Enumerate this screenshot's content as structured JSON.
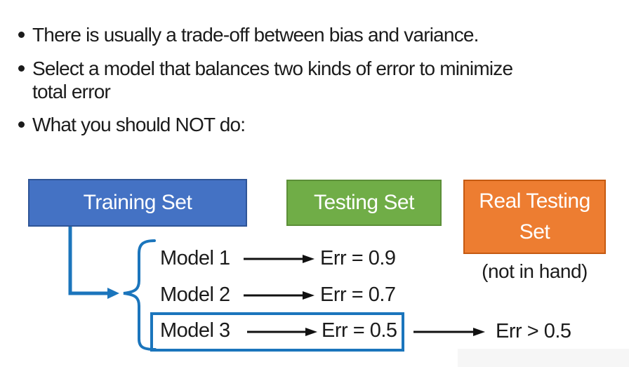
{
  "slide": {
    "bullets": [
      {
        "lines": [
          "There is usually a trade-off between bias and variance.",
          ""
        ]
      },
      {
        "lines": [
          "Select a model that balances two kinds of error to minimize",
          "total error"
        ]
      },
      {
        "lines": [
          "What you should NOT do:",
          ""
        ]
      }
    ]
  },
  "boxes": {
    "training": {
      "label": "Training Set",
      "fill": "#4472C4",
      "border": "#2F5597"
    },
    "testing": {
      "label": "Testing Set",
      "fill": "#70AD47",
      "border": "#5C8F38"
    },
    "real_testing": {
      "label": "Real Testing Set",
      "fill": "#ED7D31",
      "border": "#C55A11",
      "note": "(not in hand)"
    }
  },
  "models": [
    {
      "name": "Model 1",
      "error": "Err = 0.9",
      "highlighted": false
    },
    {
      "name": "Model 2",
      "error": "Err = 0.7",
      "highlighted": false
    },
    {
      "name": "Model 3",
      "error": "Err = 0.5",
      "highlighted": true
    }
  ],
  "real_world_error": "Err > 0.5",
  "colors": {
    "connector_blue": "#1B75BC",
    "arrow_black": "#111111",
    "text": "#1B1B1B"
  }
}
